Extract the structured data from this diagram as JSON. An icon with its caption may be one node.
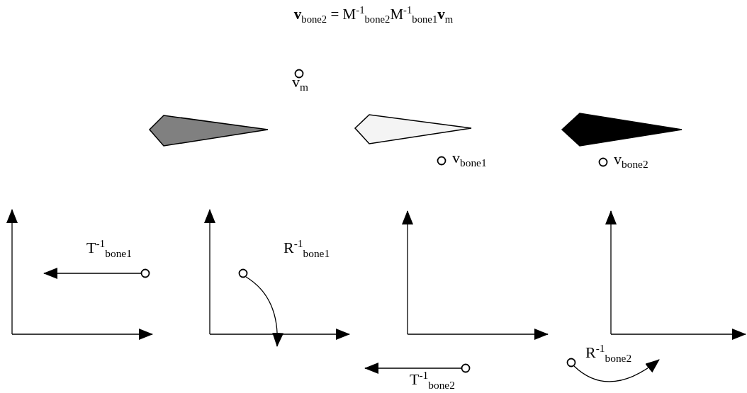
{
  "diagram": {
    "title": "**v**$_{bone2}$ = M$^{-1}$$_{bone2}$M$^{-1}$$_{bone1}$**v**$_{m}$",
    "labels": [
      "v$_{m}$",
      "v$_{bone1}$",
      "v$_{bone2}$",
      "T$^{-1}$$_{bone1}$",
      "R$^{-1}$$_{bone1}$",
      "T$^{-1}$$_{bone2}$",
      "R$^{-1}$$_{bone2}$"
    ]
  }
}
